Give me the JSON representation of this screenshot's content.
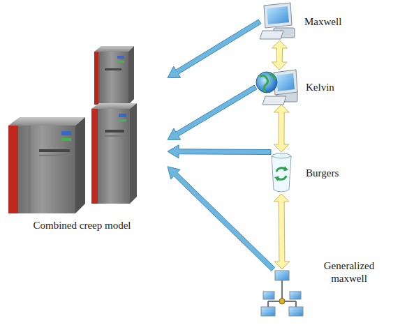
{
  "diagram": {
    "nodes": [
      {
        "text": [
          "Combined creep model"
        ]
      },
      {
        "text": [
          "Maxwell"
        ]
      },
      {
        "text": [
          "Kelvin"
        ]
      },
      {
        "text": [
          "Burgers"
        ]
      },
      {
        "text": [
          "Generalized maxwell"
        ]
      }
    ],
    "edges": [
      {
        "from": 1,
        "to": 0,
        "arrow": "to"
      },
      {
        "from": 2,
        "to": 0,
        "arrow": "to"
      },
      {
        "from": 3,
        "to": 0,
        "arrow": "to"
      },
      {
        "from": 4,
        "to": 0,
        "arrow": "to"
      },
      {
        "from": 1,
        "to": 2,
        "arrow": "both"
      },
      {
        "from": 2,
        "to": 3,
        "arrow": "both"
      },
      {
        "from": 3,
        "to": 4,
        "arrow": "both"
      }
    ]
  }
}
